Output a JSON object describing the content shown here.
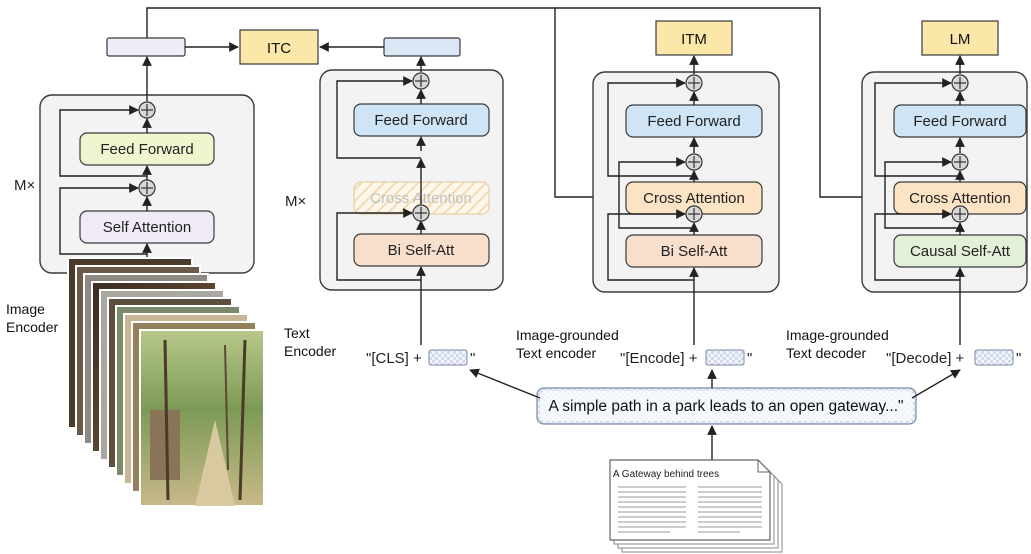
{
  "heads": {
    "itc": "ITC",
    "itm": "ITM",
    "lm": "LM"
  },
  "image_encoder": {
    "repeat": "M×",
    "feed_forward": "Feed Forward",
    "self_attention": "Self Attention",
    "label_line1": "Image",
    "label_line2": "Encoder"
  },
  "text_encoder": {
    "repeat": "M×",
    "feed_forward": "Feed Forward",
    "cross_attention": "Cross Attention",
    "bi_self_att": "Bi Self-Att",
    "label_line1": "Text",
    "label_line2": "Encoder",
    "input_prefix": "\"[CLS] +",
    "input_suffix": "\""
  },
  "grounded_encoder": {
    "feed_forward": "Feed Forward",
    "cross_attention": "Cross Attention",
    "bi_self_att": "Bi Self-Att",
    "label_line1": "Image-grounded",
    "label_line2": "Text encoder",
    "input_prefix": "\"[Encode] +",
    "input_suffix": "\""
  },
  "grounded_decoder": {
    "feed_forward": "Feed Forward",
    "cross_attention": "Cross Attention",
    "causal_self_att": "Causal Self-Att",
    "label_line1": "Image-grounded",
    "label_line2": "Text decoder",
    "input_prefix": "\"[Decode] +",
    "input_suffix": "\""
  },
  "caption": "A simple path in a park leads to an open gateway...\"",
  "document": {
    "title": "A Gateway behind trees"
  },
  "colors": {
    "head": "#fbe7a8",
    "feed_forward_image": "#eef6cf",
    "feed_forward_text": "#cfe5f5",
    "self_attention": "#efeaf6",
    "bi_self_att": "#f8dfcc",
    "cross_attention": "#fbe3c4",
    "causal_self_att": "#e3efd9",
    "token_box": "#e6ecf7",
    "image_feature": "#f1edf8",
    "text_feature": "#dbe6f5"
  }
}
